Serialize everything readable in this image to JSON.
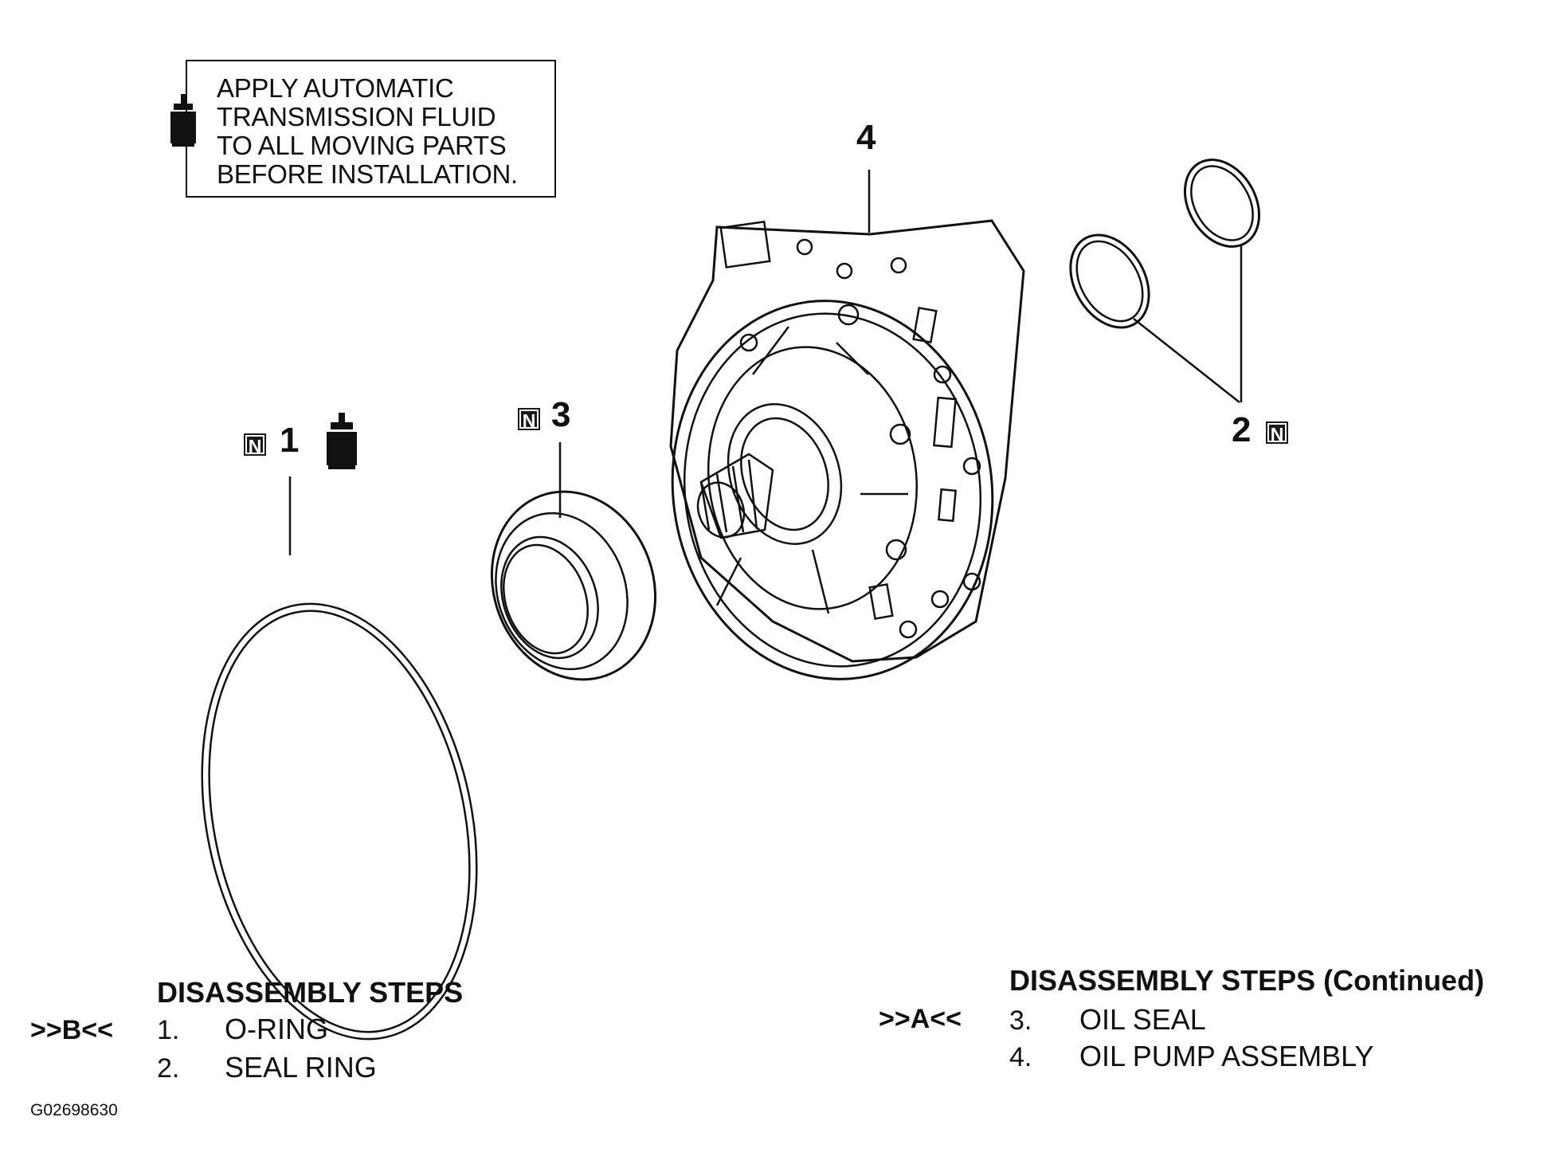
{
  "note": {
    "lines": [
      "APPLY AUTOMATIC",
      "TRANSMISSION FLUID",
      "TO ALL MOVING PARTS",
      "BEFORE INSTALLATION."
    ],
    "icon": "fluid-bottle-icon"
  },
  "callouts": {
    "c1": "1",
    "c2": "2",
    "c3": "3",
    "c4": "4",
    "new_part_badge": "N"
  },
  "steps_left": {
    "heading": "DISASSEMBLY STEPS",
    "ref": ">>B<<",
    "items": [
      {
        "num": "1.",
        "label": "O-RING"
      },
      {
        "num": "2.",
        "label": "SEAL RING"
      }
    ]
  },
  "steps_right": {
    "heading": "DISASSEMBLY STEPS (Continued)",
    "ref": ">>A<<",
    "items": [
      {
        "num": "3.",
        "label": "OIL SEAL"
      },
      {
        "num": "4.",
        "label": "OIL PUMP ASSEMBLY"
      }
    ]
  },
  "figure_id": "G02698630"
}
